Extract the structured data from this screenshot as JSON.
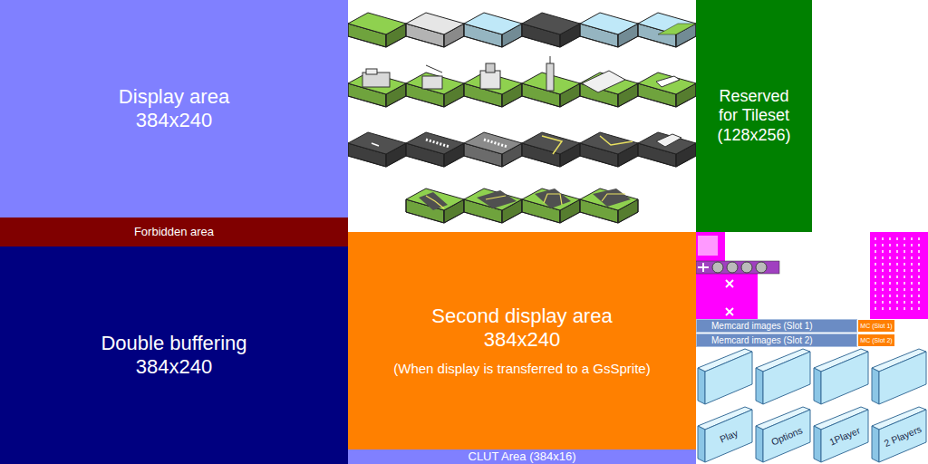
{
  "diagram": {
    "nodes": [
      {
        "text": [
          "Display area 384x240"
        ]
      },
      {
        "text": [
          "Reserved for Tileset (128x256)"
        ]
      },
      {
        "text": [
          "Forbidden area"
        ]
      },
      {
        "text": [
          "Second display area 384x240",
          "(When display is transferred to a GsSprite)"
        ]
      },
      {
        "text": [
          "Memcard images (Slot 1)"
        ]
      },
      {
        "text": [
          "MC (Slot 1)"
        ]
      },
      {
        "text": [
          "Memcard images (Slot 2)"
        ]
      },
      {
        "text": [
          "MC (Slot 2)"
        ]
      },
      {
        "text": [
          "Double buffering 384x240"
        ]
      },
      {
        "text": [
          "CLUT Area (384x16)"
        ]
      },
      {
        "text": [
          "Play"
        ]
      },
      {
        "text": [
          "Options"
        ]
      },
      {
        "text": [
          "1Player"
        ]
      },
      {
        "text": [
          "2 Players"
        ]
      }
    ]
  }
}
